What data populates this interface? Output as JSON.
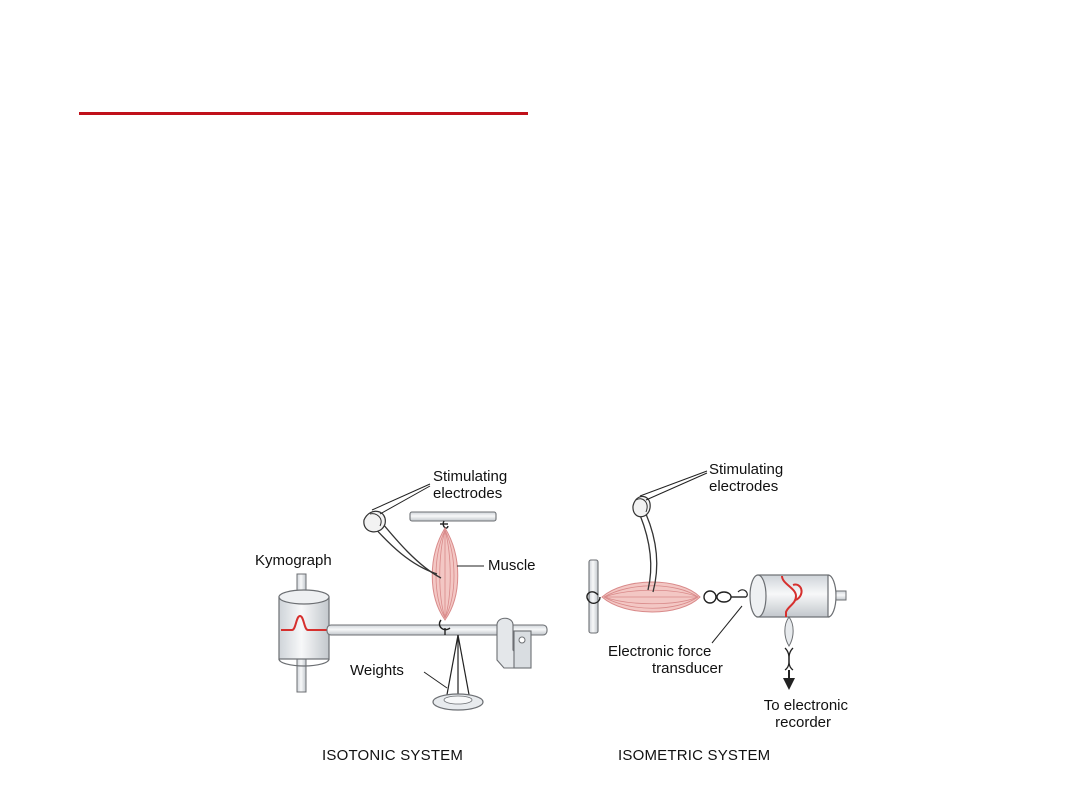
{
  "colors": {
    "accent_rule": "#c0101a",
    "muscle": "#e6a4a4",
    "muscle_line": "#d98a8a",
    "trace": "#d6302e",
    "metal_fill": "#e9ecef",
    "metal_stroke": "#6c6f73"
  },
  "isotonic": {
    "caption": "ISOTONIC SYSTEM",
    "labels": {
      "stimulating_electrodes": "Stimulating electrodes",
      "kymograph": "Kymograph",
      "muscle": "Muscle",
      "weights": "Weights"
    }
  },
  "isometric": {
    "caption": "ISOMETRIC SYSTEM",
    "labels": {
      "stimulating_electrodes": "Stimulating electrodes",
      "force_transducer_line1": "Electronic force",
      "force_transducer_line2": "transducer",
      "recorder_line1": "To electronic",
      "recorder_line2": "recorder"
    }
  }
}
